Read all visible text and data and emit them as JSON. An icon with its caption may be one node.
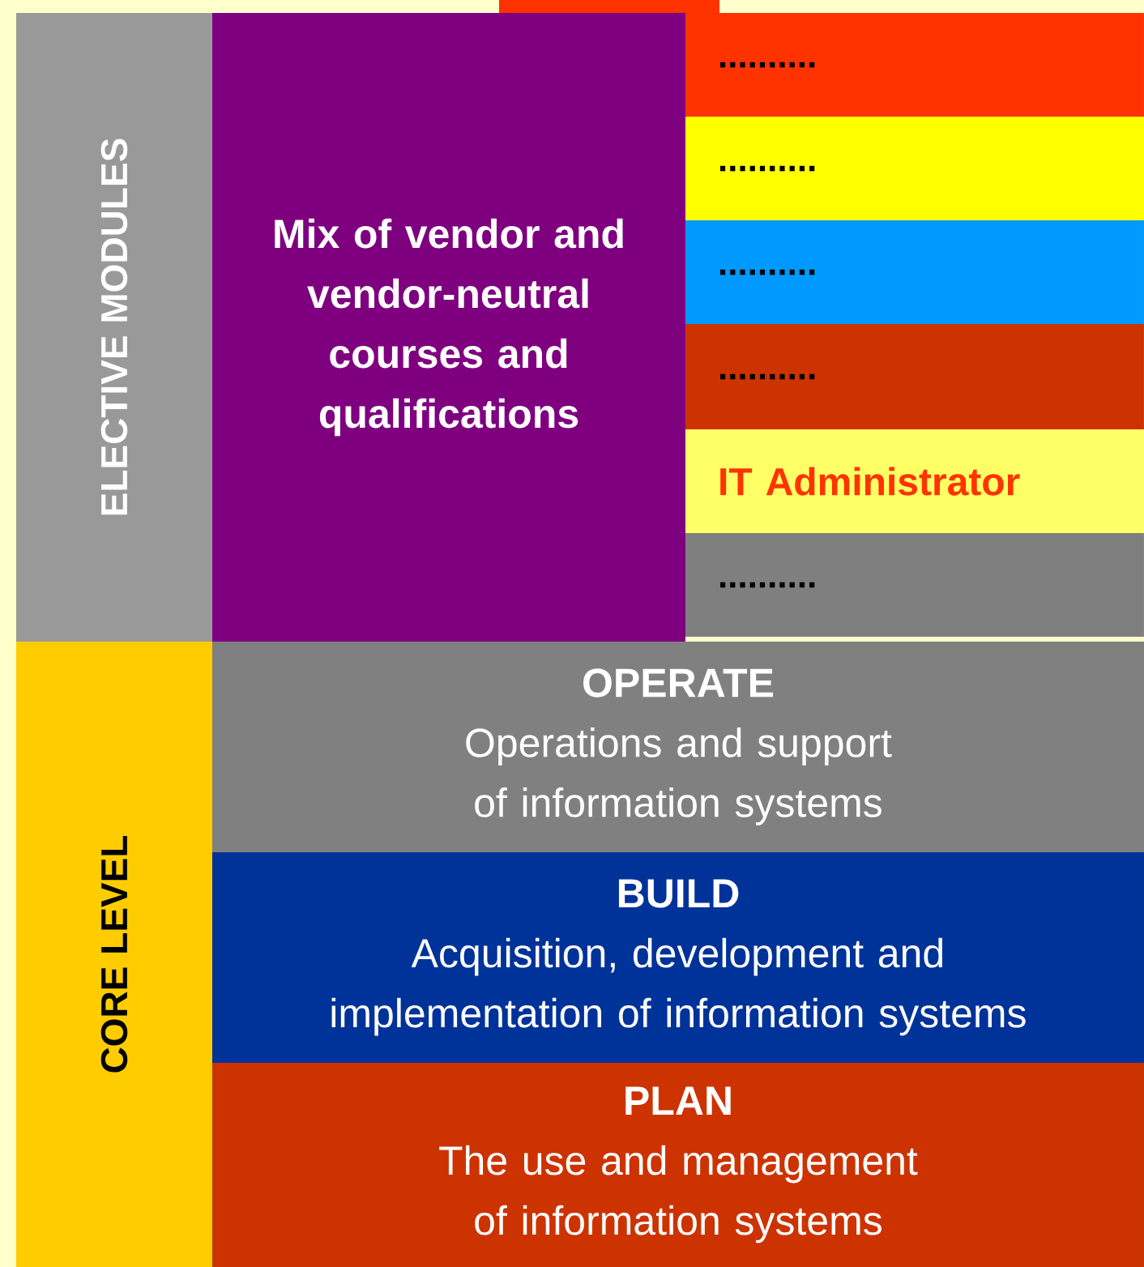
{
  "diagram": {
    "nodes": [
      {
        "text": [
          "ELECTIVE MODULES"
        ]
      },
      {
        "text": [
          "Mix of vendor and vendor-neutral courses and qualifications"
        ]
      },
      {
        "text": [
          ".........."
        ]
      },
      {
        "text": [
          ".........."
        ]
      },
      {
        "text": [
          ".........."
        ]
      },
      {
        "text": [
          ".........."
        ]
      },
      {
        "text": [
          "IT Administrator"
        ]
      },
      {
        "text": [
          ".........."
        ]
      },
      {
        "text": [
          "CORE LEVEL"
        ]
      },
      {
        "text": [
          "OPERATE",
          "Operations and support of information systems"
        ]
      },
      {
        "text": [
          "BUILD",
          "Acquisition, development and implementation of information systems"
        ]
      },
      {
        "text": [
          "PLAN",
          "The use and management of information systems"
        ]
      }
    ]
  }
}
